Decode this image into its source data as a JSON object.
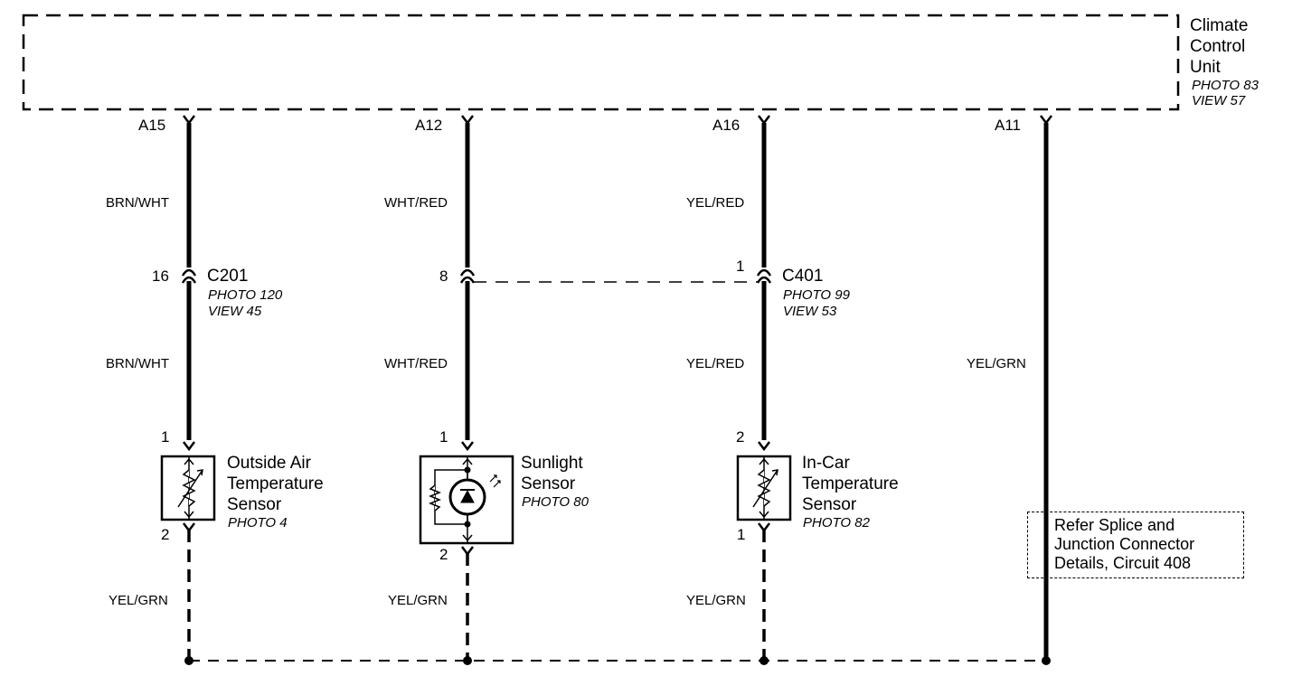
{
  "ccu": {
    "name_lines": [
      "Climate",
      "Control",
      "Unit"
    ],
    "photo": "PHOTO 83",
    "view": "VIEW 57"
  },
  "pins": {
    "a15": "A15",
    "a12": "A12",
    "a16": "A16",
    "a11": "A11"
  },
  "wires": {
    "w1_top": "BRN/WHT",
    "w1_mid": "BRN/WHT",
    "w1_bot": "YEL/GRN",
    "w2_top": "WHT/RED",
    "w2_mid": "WHT/RED",
    "w2_bot": "YEL/GRN",
    "w3_top": "YEL/RED",
    "w3_mid": "YEL/RED",
    "w3_bot": "YEL/GRN",
    "w4_mid": "YEL/GRN"
  },
  "connectors": {
    "c201": {
      "name": "C201",
      "photo": "PHOTO 120",
      "view": "VIEW 45",
      "pin_a": "16"
    },
    "c401": {
      "name": "C401",
      "photo": "PHOTO 99",
      "view": "VIEW 53",
      "pin_b": "8",
      "pin_c": "1"
    }
  },
  "sensors": {
    "outside_air": {
      "name_lines": [
        "Outside Air",
        "Temperature",
        "Sensor"
      ],
      "photo": "PHOTO 4",
      "pin_top": "1",
      "pin_bottom": "2"
    },
    "sunlight": {
      "name_lines": [
        "Sunlight",
        "Sensor"
      ],
      "photo": "PHOTO 80",
      "pin_top": "1",
      "pin_bottom": "2"
    },
    "in_car": {
      "name_lines": [
        "In-Car",
        "Temperature",
        "Sensor"
      ],
      "photo": "PHOTO 82",
      "pin_top": "2",
      "pin_bottom": "1"
    }
  },
  "note": {
    "lines": [
      "Refer Splice and",
      "Junction Connector",
      "Details, Circuit 408"
    ]
  }
}
